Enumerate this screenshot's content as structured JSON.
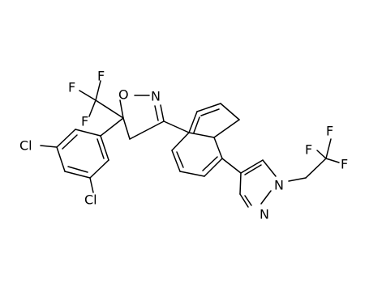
{
  "atoms": {
    "o": "O",
    "n_isoxazoline": "N",
    "cl_upper": "Cl",
    "cl_lower": "Cl",
    "f1": "F",
    "f2": "F",
    "f3": "F",
    "n_pyrazole_1": "N",
    "n_pyrazole_2": "N",
    "f4": "F",
    "f5": "F",
    "f6": "F"
  }
}
